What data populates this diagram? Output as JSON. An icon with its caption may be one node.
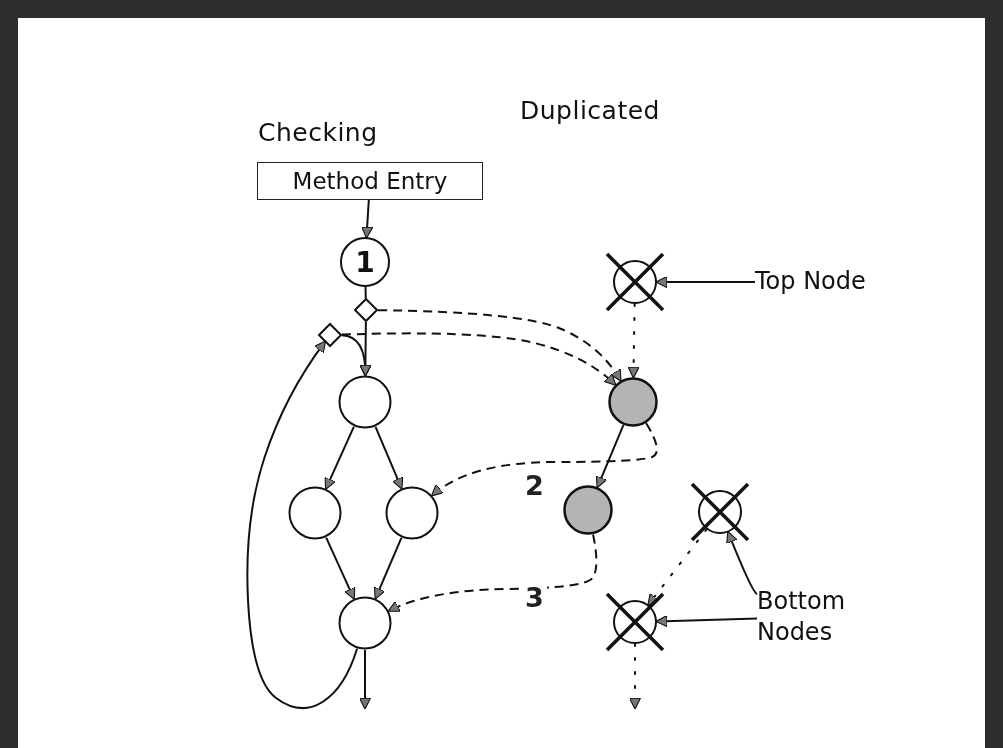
{
  "diagram": {
    "nodes": [
      {
        "text": [
          "Method Entry"
        ]
      },
      {
        "text": [
          "1"
        ]
      },
      {
        "text": [],
        "shape": "diamond"
      },
      {
        "text": [],
        "shape": "diamond"
      },
      {
        "text": [],
        "shape": "circle"
      },
      {
        "text": [],
        "shape": "circle"
      },
      {
        "text": [],
        "shape": "circle"
      },
      {
        "text": [],
        "shape": "circle"
      },
      {
        "text": [],
        "shape": "crossed-circle"
      },
      {
        "text": [],
        "shape": "shaded-circle"
      },
      {
        "text": [],
        "shape": "shaded-circle"
      },
      {
        "text": [],
        "shape": "crossed-circle"
      },
      {
        "text": [],
        "shape": "crossed-circle"
      },
      {
        "text": [
          "Top Node"
        ]
      },
      {
        "text": [
          "Bottom Nodes"
        ]
      }
    ],
    "edges": [
      {
        "from": 0,
        "to": 1,
        "arrow": "to"
      },
      {
        "from": 1,
        "to": 2,
        "arrow": "none"
      },
      {
        "from": 2,
        "to": 4,
        "arrow": "to"
      },
      {
        "from": 7,
        "to": 3,
        "arrow": "to"
      },
      {
        "from": 3,
        "to": 4,
        "arrow": "to"
      },
      {
        "from": 2,
        "to": 9,
        "arrow": "to",
        "style": "dashed"
      },
      {
        "from": 3,
        "to": 9,
        "arrow": "to",
        "style": "dashed"
      },
      {
        "from": 8,
        "to": 9,
        "arrow": "to",
        "style": "dashed"
      },
      {
        "from": 4,
        "to": 5,
        "arrow": "to"
      },
      {
        "from": 4,
        "to": 6,
        "arrow": "to"
      },
      {
        "from": 5,
        "to": 7,
        "arrow": "to"
      },
      {
        "from": 6,
        "to": 7,
        "arrow": "to"
      },
      {
        "from": 9,
        "to": 10,
        "arrow": "to"
      },
      {
        "from": 9,
        "to": 6,
        "arrow": "to",
        "style": "dashed",
        "label": "2"
      },
      {
        "from": 10,
        "to": 7,
        "arrow": "to",
        "style": "dashed",
        "label": "3"
      },
      {
        "from": 11,
        "to": 12,
        "arrow": "to",
        "style": "dashed"
      },
      {
        "from": 12,
        "to": null,
        "arrow": "to",
        "style": "dashed"
      },
      {
        "from": 7,
        "to": null,
        "arrow": "to"
      },
      {
        "from": 13,
        "to": 8,
        "arrow": "to"
      },
      {
        "from": 14,
        "to": 11,
        "arrow": "to"
      },
      {
        "from": 14,
        "to": 12,
        "arrow": "to"
      }
    ],
    "labels": [
      "Checking",
      "Duplicated"
    ]
  }
}
